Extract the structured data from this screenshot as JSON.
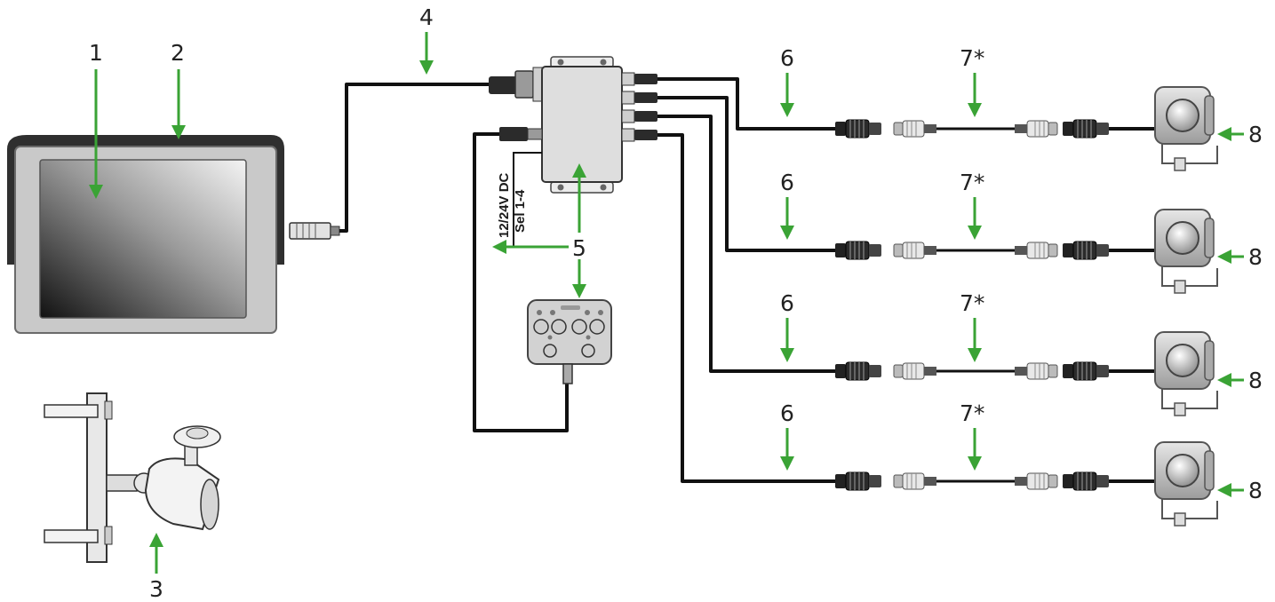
{
  "colors": {
    "arrow": "#3aa335",
    "cable": "#111111",
    "device_fill": "#d9d9d9",
    "device_stroke": "#555555"
  },
  "callouts": {
    "monitor_screen": "1",
    "monitor_sunshade": "2",
    "monitor_mount": "3",
    "extension_cable": "4",
    "switch_box": "5",
    "camera_cable": "6",
    "extension_camera_cable": "7*",
    "camera": "8"
  },
  "labels": {
    "power": "12/24V DC",
    "select": "Sel 1-4"
  },
  "icons": {
    "monitor": "monitor-icon",
    "mount": "ram-mount-icon",
    "switch_box": "video-switch-box-icon",
    "control_panel": "control-keypad-icon",
    "camera": "camera-icon",
    "connector": "cable-connector-icon"
  }
}
